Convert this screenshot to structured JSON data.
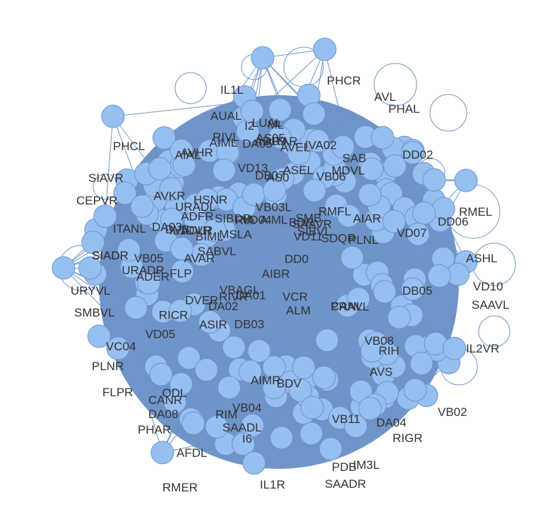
{
  "graph": {
    "node_color": "#96bff2",
    "edge_color": "#6f94c9",
    "label_color": "#333333",
    "labels": [
      "PHCR",
      "IL1L",
      "ML",
      "AIML",
      "VCR",
      "PHAL",
      "AVL",
      "AUAL",
      "I2",
      "DVER",
      "SIBVL",
      "SAAVR",
      "ASIR",
      "DVB",
      "PHCL",
      "RIM",
      "ARAR",
      "BIML",
      "DB03",
      "PLNL",
      "DD02",
      "SIAVR",
      "ADER",
      "ODL",
      "LUAL",
      "AIAR",
      "VD13",
      "ADD9",
      "IL1DVR",
      "CEPVR",
      "VD07",
      "RMEL",
      "VD05",
      "FLP",
      "DA05",
      "RIA",
      "URADL",
      "ASEL",
      "VB08",
      "DD06",
      "ITANL",
      "RICR",
      "VB06",
      "AIBR",
      "BDV",
      "SAB",
      "VD11",
      "SIADR",
      "VB05",
      "ALM",
      "AVAR",
      "CANL",
      "VBAGL",
      "ASHL",
      "AS0",
      "URYVL",
      "VD04",
      "AVKR",
      "RIH",
      "AVEL",
      "BDR",
      "ADFR",
      "VD10",
      "SMBVL",
      "DA02",
      "MSLA",
      "ADLR",
      "RIVL",
      "AVS",
      "SAAVL",
      "HSNR",
      "AS05",
      "RMFL",
      "SMB",
      "PRAVL",
      "DB05",
      "AVHR",
      "MDVL",
      "IL2VR",
      "VC04",
      "URADR",
      "DB07",
      "PLNR",
      "AIMR",
      "DA03",
      "FLPR",
      "CANR",
      "AIML",
      "DA01",
      "VB04",
      "IVA02",
      "SDQR",
      "DA08",
      "RIVR",
      "VB03L",
      "VB11",
      "PHAR",
      "SIADR",
      "SAADL",
      "DA04",
      "RIGR",
      "VB02",
      "AFDL",
      "I6",
      "SIBDR",
      "AIAL",
      "PDB",
      "IM3L",
      "DD0",
      "SABVL",
      "RMER",
      "IL1R",
      "SAADR"
    ]
  }
}
